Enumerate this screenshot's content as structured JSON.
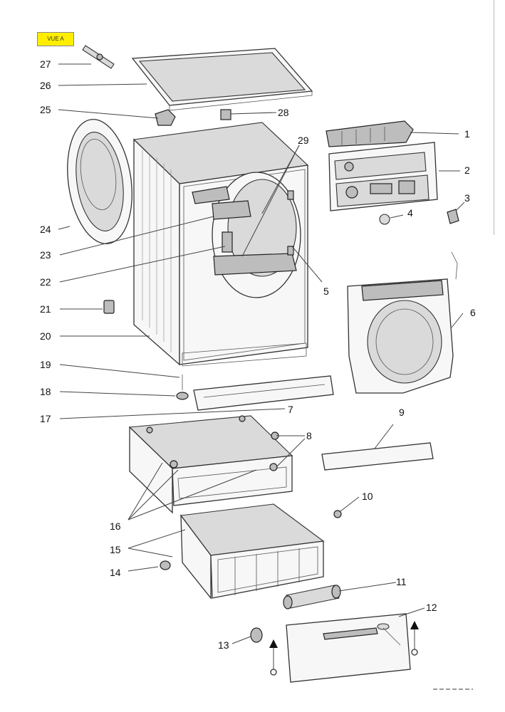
{
  "header": {
    "view_label": "VUE A"
  },
  "callouts": [
    "1",
    "2",
    "3",
    "4",
    "5",
    "6",
    "7",
    "8",
    "9",
    "10",
    "11",
    "12",
    "13",
    "14",
    "15",
    "16",
    "17",
    "18",
    "19",
    "20",
    "21",
    "22",
    "23",
    "24",
    "25",
    "26",
    "27",
    "28",
    "29"
  ],
  "footer_code": "",
  "colors": {
    "label_bg": "#ffee00",
    "line": "#333333"
  }
}
